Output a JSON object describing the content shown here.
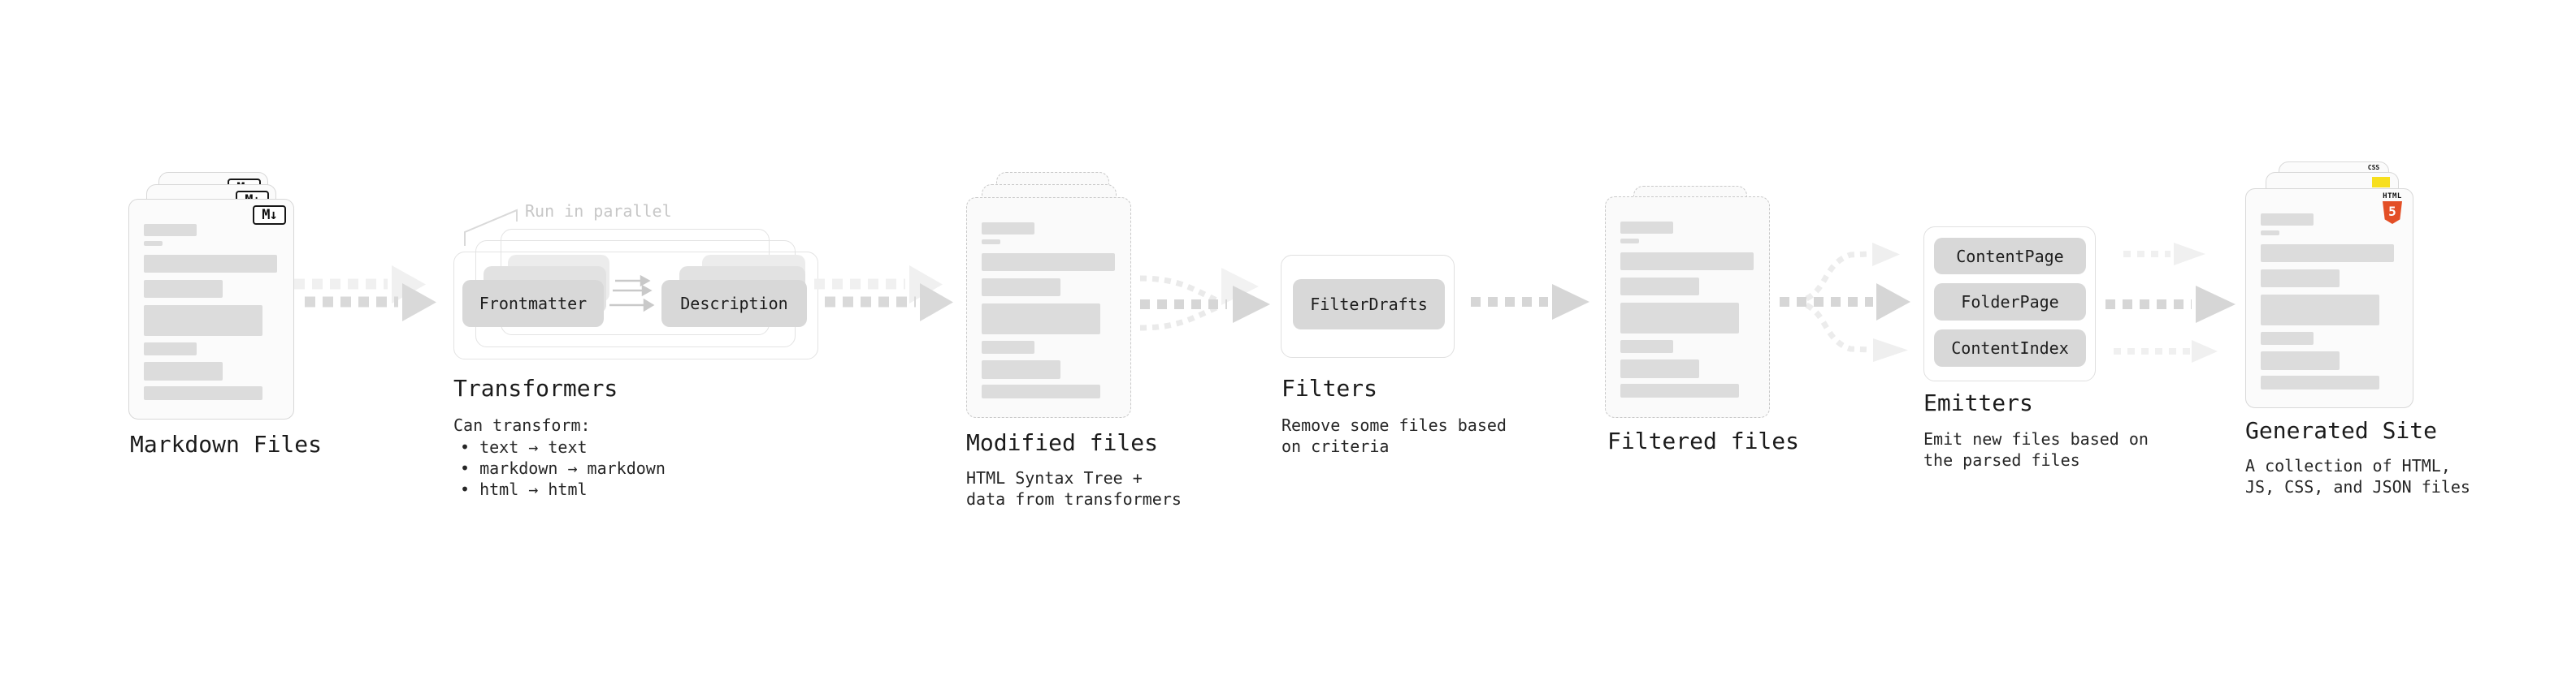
{
  "diagram": {
    "stages": {
      "markdown": {
        "label": "Markdown Files",
        "icon_text": "M↓"
      },
      "transformers": {
        "label": "Transformers",
        "note": "Run in parallel",
        "input_pill": "Frontmatter",
        "output_pill": "Description",
        "description": "Can transform:",
        "bullets": [
          "• text → text",
          "• markdown → markdown",
          "• html → html"
        ]
      },
      "modified": {
        "label": "Modified files",
        "subtext": "HTML Syntax Tree +\ndata from transformers"
      },
      "filters": {
        "label": "Filters",
        "pill": "FilterDrafts",
        "subtext": "Remove some files based\non criteria"
      },
      "filtered": {
        "label": "Filtered files"
      },
      "emitters": {
        "label": "Emitters",
        "pills": [
          "ContentPage",
          "FolderPage",
          "ContentIndex"
        ],
        "subtext": "Emit new files based on\nthe parsed files"
      },
      "generated": {
        "label": "Generated Site",
        "subtext": "A collection of HTML,\nJS, CSS, and JSON files",
        "css_badge": "CSS",
        "html_badge_label": "HTML",
        "html_badge_number": "5"
      }
    },
    "colors": {
      "arrow": "#d9d9d9",
      "arrow_shadow": "#f0f0f0",
      "arrow_light": "#ececec",
      "pill_bg": "#d8d8d8",
      "note_gray": "#c7c7c7",
      "html5_orange": "#e34f26",
      "js_yellow": "#f7df1e",
      "css_blue": "#2965f1"
    }
  }
}
